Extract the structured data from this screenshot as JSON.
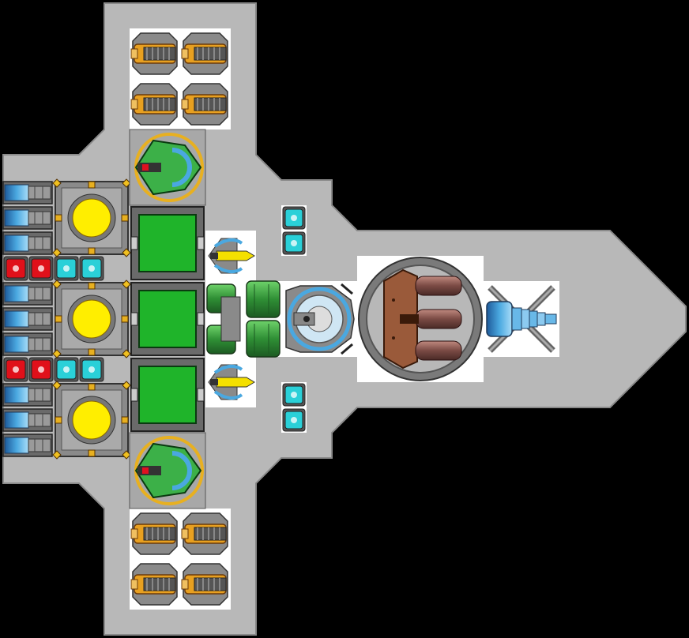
{
  "scene": {
    "title": "",
    "background_color": "#000000",
    "hull_color": "#b8b8b8",
    "hull_outline_color": "#8a8a8a"
  },
  "colors": {
    "reactor_core": "#ffee00",
    "battery_green": "#1fb42a",
    "cell_red": "#e0101a",
    "cell_cyan": "#2ad0d8",
    "thruster_orange": "#e8a020",
    "capacitor_blue": "#4aa8e0",
    "shield_green": "#3cb048",
    "cannon_brown": "#9a5a3a",
    "drill_blue": "#68b8e8"
  },
  "parts": {
    "thrusters": [
      {
        "name": "thruster-icon",
        "group": "top"
      },
      {
        "name": "thruster-icon",
        "group": "top"
      },
      {
        "name": "thruster-icon",
        "group": "top"
      },
      {
        "name": "thruster-icon",
        "group": "top"
      },
      {
        "name": "thruster-icon",
        "group": "bottom"
      },
      {
        "name": "thruster-icon",
        "group": "bottom"
      },
      {
        "name": "thruster-icon",
        "group": "bottom"
      },
      {
        "name": "thruster-icon",
        "group": "bottom"
      }
    ],
    "reactors": 3,
    "batteries": 3,
    "shield_generators": 2,
    "missile_launchers": 2,
    "capacitors": 9,
    "red_cells": 4,
    "cyan_cells": 8,
    "engine": 1,
    "turret": 1,
    "cannon": 1,
    "drill": 1
  }
}
